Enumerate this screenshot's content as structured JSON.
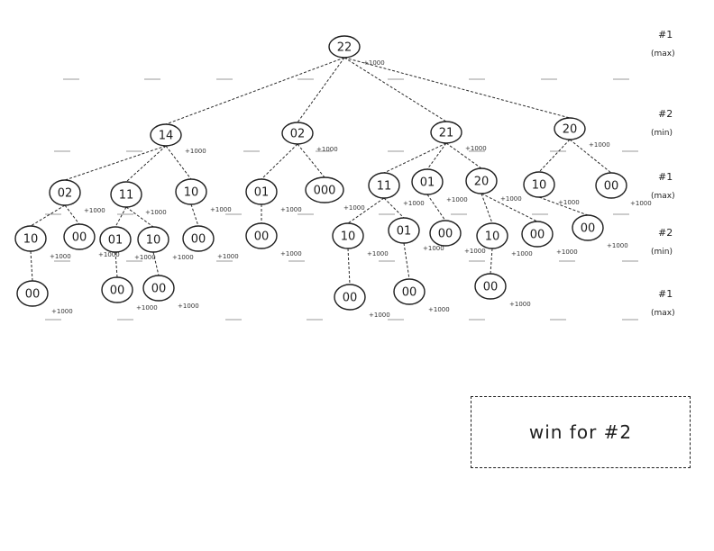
{
  "diagram": {
    "nodes": [
      {
        "id": "root",
        "label": "22",
        "score": "+1000"
      },
      {
        "id": "n14",
        "label": "14",
        "score": "+1000"
      },
      {
        "id": "n02",
        "label": "02",
        "score": "+1000"
      },
      {
        "id": "n21",
        "label": "21",
        "score": "+1000"
      },
      {
        "id": "n20",
        "label": "20",
        "score": "+1000"
      },
      {
        "id": "n14a",
        "label": "02",
        "score": "+1000"
      },
      {
        "id": "n14b",
        "label": "11",
        "score": "+1000"
      },
      {
        "id": "n14c",
        "label": "10",
        "score": "+1000"
      },
      {
        "id": "n02a",
        "label": "01",
        "score": "+1000"
      },
      {
        "id": "n02b",
        "label": "000",
        "score": "+1000"
      },
      {
        "id": "n21a",
        "label": "11",
        "score": "+1000"
      },
      {
        "id": "n21b",
        "label": "01",
        "score": "+1000"
      },
      {
        "id": "n21c",
        "label": "20",
        "score": "+1000"
      },
      {
        "id": "n20a",
        "label": "10",
        "score": "+1000"
      },
      {
        "id": "n20b",
        "label": "00",
        "score": "+1000"
      },
      {
        "id": "l3a",
        "label": "10",
        "score": "+1000"
      },
      {
        "id": "l3b",
        "label": "00",
        "score": "+1000"
      },
      {
        "id": "l3c",
        "label": "01",
        "score": "+1000"
      },
      {
        "id": "l3d",
        "label": "10",
        "score": "+1000"
      },
      {
        "id": "l3e",
        "label": "00",
        "score": "+1000"
      },
      {
        "id": "l3f",
        "label": "00",
        "score": "+1000"
      },
      {
        "id": "l3g",
        "label": "10",
        "score": "+1000"
      },
      {
        "id": "l3h",
        "label": "01",
        "score": "+1000"
      },
      {
        "id": "l3i",
        "label": "00",
        "score": "+1000"
      },
      {
        "id": "l3j",
        "label": "10",
        "score": "+1000"
      },
      {
        "id": "l3k",
        "label": "00",
        "score": "+1000"
      },
      {
        "id": "l3l",
        "label": "00",
        "score": "+1000"
      },
      {
        "id": "l4a",
        "label": "00",
        "score": "+1000"
      },
      {
        "id": "l4b",
        "label": "00",
        "score": "+1000"
      },
      {
        "id": "l4c",
        "label": "00",
        "score": "+1000"
      },
      {
        "id": "l4d",
        "label": "00",
        "score": "+1000"
      },
      {
        "id": "l4e",
        "label": "00",
        "score": "+1000"
      },
      {
        "id": "l4f",
        "label": "00",
        "score": "+1000"
      }
    ],
    "edges": [
      [
        "root",
        "n14"
      ],
      [
        "root",
        "n02"
      ],
      [
        "root",
        "n21"
      ],
      [
        "root",
        "n20"
      ],
      [
        "n14",
        "n14a"
      ],
      [
        "n14",
        "n14b"
      ],
      [
        "n14",
        "n14c"
      ],
      [
        "n02",
        "n02a"
      ],
      [
        "n02",
        "n02b"
      ],
      [
        "n21",
        "n21a"
      ],
      [
        "n21",
        "n21b"
      ],
      [
        "n21",
        "n21c"
      ],
      [
        "n20",
        "n20a"
      ],
      [
        "n20",
        "n20b"
      ],
      [
        "n14a",
        "l3a"
      ],
      [
        "n14a",
        "l3b"
      ],
      [
        "n14b",
        "l3c"
      ],
      [
        "n14b",
        "l3d"
      ],
      [
        "n14c",
        "l3e"
      ],
      [
        "n02a",
        "l3f"
      ],
      [
        "n21a",
        "l3g"
      ],
      [
        "n21a",
        "l3h"
      ],
      [
        "n21b",
        "l3i"
      ],
      [
        "n21c",
        "l3j"
      ],
      [
        "n21c",
        "l3k"
      ],
      [
        "n20a",
        "l3l"
      ],
      [
        "l3a",
        "l4a"
      ],
      [
        "l3c",
        "l4b"
      ],
      [
        "l3d",
        "l4c"
      ],
      [
        "l3g",
        "l4d"
      ],
      [
        "l3h",
        "l4e"
      ],
      [
        "l3j",
        "l4f"
      ]
    ]
  },
  "levels": [
    {
      "player": "#1",
      "role": "(max)"
    },
    {
      "player": "#2",
      "role": "(min)"
    },
    {
      "player": "#1",
      "role": "(max)"
    },
    {
      "player": "#2",
      "role": "(min)"
    },
    {
      "player": "#1",
      "role": "(max)"
    }
  ],
  "result": {
    "text": "win for #2"
  }
}
